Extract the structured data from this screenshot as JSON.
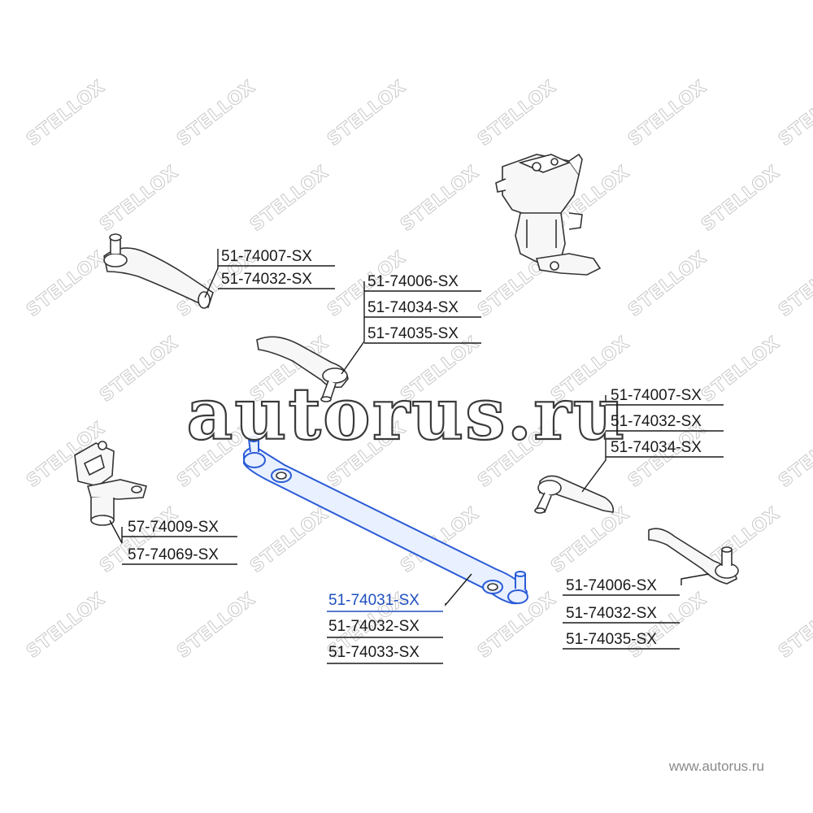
{
  "watermark_word": "STELLOX",
  "big_watermark": "autorus.ru",
  "footer_url": "www.autorus.ru",
  "colors": {
    "highlight": "#1f4fbf",
    "text": "#1a1a1a",
    "watermark": "#c9c9c9"
  },
  "groups": {
    "tie_rod_end_upper_left": [
      "51-74007-SX",
      "51-74032-SX"
    ],
    "tie_rod_end_middle": [
      "51-74006-SX",
      "51-74034-SX",
      "51-74035-SX"
    ],
    "tie_rod_end_right_upper": [
      "51-74007-SX",
      "51-74032-SX",
      "51-74034-SX"
    ],
    "idler_arm": [
      "57-74009-SX",
      "57-74069-SX"
    ],
    "center_link": [
      "51-74031-SX",
      "51-74032-SX",
      "51-74033-SX"
    ],
    "tie_rod_end_right_lower": [
      "51-74006-SX",
      "51-74032-SX",
      "51-74035-SX"
    ]
  }
}
